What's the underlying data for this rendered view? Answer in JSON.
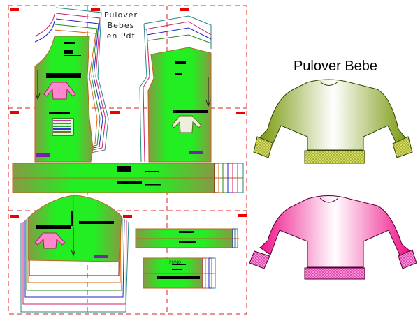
{
  "pattern_title": [
    "Pulover",
    "Bebes",
    "en Pdf"
  ],
  "preview_title": "Pulover Bebe",
  "cuff_label": "PUÑO",
  "colors": {
    "fabric": "#22ee22",
    "fabric_edge": "#889944",
    "dash": "#dd2222",
    "green_sweater": "#88aa22",
    "pink_sweater": "#ee2288"
  }
}
